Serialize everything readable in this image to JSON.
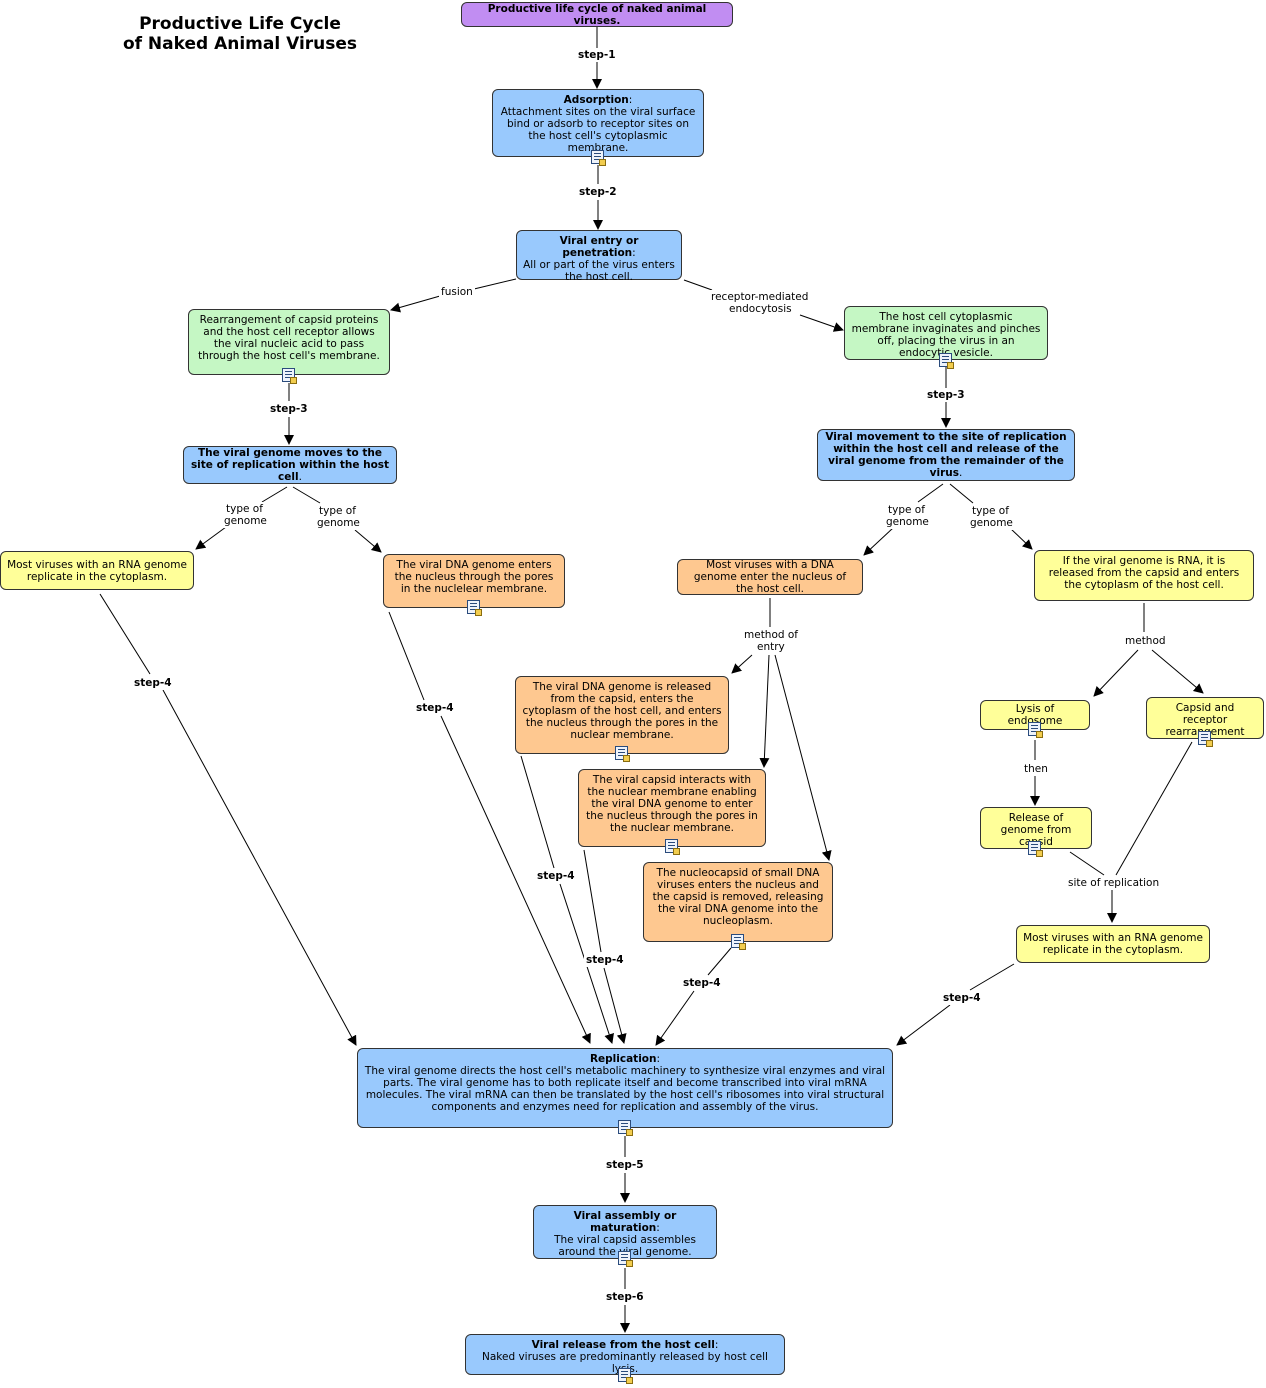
{
  "title": {
    "line1": "Productive Life Cycle",
    "line2": "of Naked Animal Viruses"
  },
  "nodes": {
    "root": {
      "text": "Productive life cycle of naked animal viruses."
    },
    "adsorption": {
      "heading": "Adsorption",
      "body": "Attachment sites on the viral surface bind or adsorb to receptor sites on the host cell's cytoplasmic membrane."
    },
    "entry": {
      "heading": "Viral entry or penetration",
      "body": "All or part of the virus enters the host cell."
    },
    "rearrangement": {
      "text": "Rearrangement of capsid proteins and the host cell receptor allows the viral nucleic acid to pass through the host cell's  membrane."
    },
    "invaginates": {
      "text": "The host cell cytoplasmic membrane invaginates and pinches off, placing the virus in an endocytic vesicle."
    },
    "genome_moves": {
      "heading": "The viral genome moves to the site of replication within the host cell",
      "body": "."
    },
    "movement_release": {
      "heading": "Viral movement to the site of replication within the host cell and release of the viral genome from the remainder of the virus",
      "body": "."
    },
    "rna_left": {
      "text": "Most viruses with an RNA genome replicate in the cytoplasm."
    },
    "dna_pores": {
      "text": "The viral DNA genome enters the nucleus through the pores in the nuclelear membrane."
    },
    "dna_nucleus": {
      "text": "Most viruses with a DNA genome enter the nucleus of the host cell."
    },
    "rna_released": {
      "text": "If the viral genome is RNA, it is released from the capsid and enters the cytoplasm of the host cell."
    },
    "dna_released": {
      "text": "The viral DNA genome is released from the capsid, enters the cytoplasm of the host cell, and enters the nucleus through the pores in the nuclear membrane."
    },
    "capsid_interacts": {
      "text": "The viral capsid interacts with the nuclear membrane enabling the viral DNA genome to enter the nucleus through the pores in the nuclear membrane."
    },
    "nucleocapsid": {
      "text": "The nucleocapsid of small DNA viruses enters the nucleus and the capsid is removed, releasing the viral DNA genome into the nucleoplasm."
    },
    "lysis": {
      "text": "Lysis of endosome"
    },
    "capsid_rearr": {
      "text": "Capsid and receptor rearrangement"
    },
    "release_genome": {
      "text": "Release of genome from capsid"
    },
    "rna_right": {
      "text": "Most viruses with an RNA genome replicate in the cytoplasm."
    },
    "replication": {
      "heading": "Replication",
      "body": "The viral genome directs the host cell's metabolic machinery to synthesize viral enzymes and viral parts. The viral genome has to both replicate itself and become transcribed into viral mRNA molecules. The viral mRNA can then be translated by the host cell's ribosomes into viral structural components and enzymes need for replication and assembly of the virus."
    },
    "assembly": {
      "heading": "Viral assembly or maturation",
      "body": "The viral capsid assembles around the viral genome."
    },
    "release_host": {
      "heading": "Viral release from the host cell",
      "body": "Naked viruses are predominantly released by host cell lysis."
    }
  },
  "links": {
    "step1": "step-1",
    "step2": "step-2",
    "step3": "step-3",
    "step4": "step-4",
    "step5": "step-5",
    "step6": "step-6",
    "fusion": "fusion",
    "receptor1": "receptor-mediated",
    "receptor2": "endocytosis",
    "type_of": "type of",
    "genome": "genome",
    "method_of": "method of",
    "entry": "entry",
    "method": "method",
    "then": "then",
    "site_of_replication": "site of replication"
  },
  "colors": {
    "root": "#c18df2",
    "main_step": "#99c9fd",
    "entry_path": "#c5f7c4",
    "rna_path": "#ffff99",
    "dna_path": "#fec890",
    "line": "#000000"
  },
  "icons": {
    "resource": "document-resource-icon"
  }
}
